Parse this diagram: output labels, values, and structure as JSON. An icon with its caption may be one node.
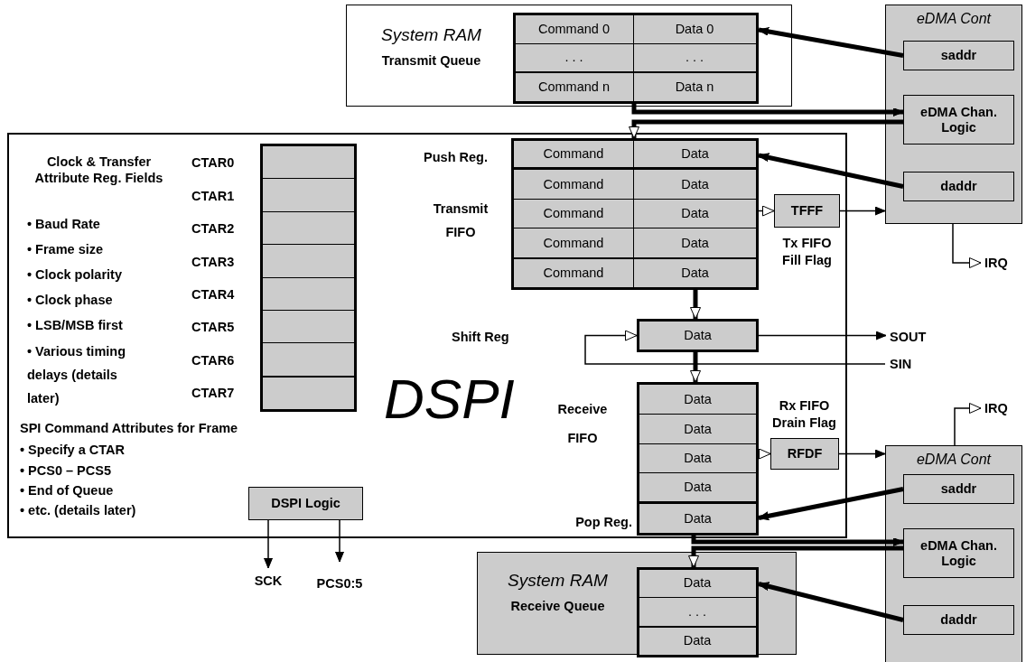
{
  "diagram": {
    "nodes": [
      {
        "text": [
          "System RAM",
          "Transmit Queue"
        ]
      },
      {
        "text": [],
        "shape": "box",
        "in": 0
      },
      {
        "text": [
          "Command 0"
        ],
        "in": 1
      },
      {
        "text": [
          "Data 0"
        ],
        "in": 1
      },
      {
        "text": [
          ". . ."
        ],
        "in": 1
      },
      {
        "text": [
          ". . ."
        ],
        "in": 1
      },
      {
        "text": [
          "Command n"
        ],
        "in": 1
      },
      {
        "text": [
          "Data n"
        ],
        "in": 1
      },
      {
        "text": [
          "eDMA Cont"
        ]
      },
      {
        "text": [
          "saddr"
        ],
        "in": 8
      },
      {
        "text": [
          "eDMA Chan. Logic"
        ],
        "in": 8
      },
      {
        "text": [
          "daddr"
        ],
        "in": 8
      },
      {
        "text": [
          "DSPI"
        ]
      },
      {
        "text": [],
        "shape": "box",
        "in": 12
      },
      {
        "text": [],
        "shape": "box",
        "in": 13,
        "beside": [
          "CTAR0"
        ]
      },
      {
        "text": [],
        "shape": "box",
        "in": 13,
        "beside": [
          "CTAR1"
        ]
      },
      {
        "text": [],
        "shape": "box",
        "in": 13,
        "beside": [
          "CTAR2"
        ]
      },
      {
        "text": [],
        "shape": "box",
        "in": 13,
        "beside": [
          "CTAR3"
        ]
      },
      {
        "text": [],
        "shape": "box",
        "in": 13,
        "beside": [
          "CTAR4"
        ]
      },
      {
        "text": [],
        "shape": "box",
        "in": 13,
        "beside": [
          "CTAR5"
        ]
      },
      {
        "text": [],
        "shape": "box",
        "in": 13,
        "beside": [
          "CTAR6"
        ]
      },
      {
        "text": [],
        "shape": "box",
        "in": 13,
        "beside": [
          "CTAR7"
        ]
      },
      {
        "text": [],
        "shape": "box",
        "in": 12
      },
      {
        "text": [
          "Command"
        ],
        "in": 22
      },
      {
        "text": [
          "Data"
        ],
        "in": 22
      },
      {
        "text": [
          "Command"
        ],
        "in": 22
      },
      {
        "text": [
          "Data"
        ],
        "in": 22
      },
      {
        "text": [
          "Command"
        ],
        "in": 22
      },
      {
        "text": [
          "Data"
        ],
        "in": 22
      },
      {
        "text": [
          "Command"
        ],
        "in": 22
      },
      {
        "text": [
          "Data"
        ],
        "in": 22
      },
      {
        "text": [
          "Command"
        ],
        "in": 22
      },
      {
        "text": [
          "Data"
        ],
        "in": 22
      },
      {
        "text": [
          "TFFF"
        ],
        "in": 12,
        "beside": [
          "Tx FIFO Fill Flag"
        ]
      },
      {
        "text": [
          "IRQ"
        ]
      },
      {
        "text": [
          "Data"
        ],
        "in": 12
      },
      {
        "text": [
          "SOUT"
        ]
      },
      {
        "text": [
          "SIN"
        ]
      },
      {
        "text": [],
        "shape": "box",
        "in": 12
      },
      {
        "text": [
          "Data"
        ],
        "in": 38
      },
      {
        "text": [
          "Data"
        ],
        "in": 38
      },
      {
        "text": [
          "Data"
        ],
        "in": 38
      },
      {
        "text": [
          "Data"
        ],
        "in": 38
      },
      {
        "text": [
          "Data"
        ],
        "in": 38
      },
      {
        "text": [
          "RFDF"
        ],
        "in": 12,
        "beside": [
          "Rx FIFO Drain Flag"
        ]
      },
      {
        "text": [
          "IRQ"
        ]
      },
      {
        "text": [
          "eDMA Cont"
        ]
      },
      {
        "text": [
          "saddr"
        ],
        "in": 46
      },
      {
        "text": [
          "eDMA Chan. Logic"
        ],
        "in": 46
      },
      {
        "text": [
          "daddr"
        ],
        "in": 46
      },
      {
        "text": [
          "DSPI Logic"
        ],
        "in": 12
      },
      {
        "text": [
          "SCK"
        ]
      },
      {
        "text": [
          "PCS0:5"
        ]
      },
      {
        "text": [
          "System RAM",
          "Receive Queue"
        ]
      },
      {
        "text": [],
        "shape": "box",
        "in": 53
      },
      {
        "text": [
          "Data"
        ],
        "in": 54
      },
      {
        "text": [
          ". . ."
        ],
        "in": 54
      },
      {
        "text": [
          "Data"
        ],
        "in": 54
      }
    ],
    "edges": [
      {
        "from": 1,
        "to": 10,
        "arrow": "to",
        "style": "thick"
      },
      {
        "from": 10,
        "to": 22,
        "arrow": "to",
        "style": "thick"
      },
      {
        "from": 9,
        "to": 3,
        "arrow": "to",
        "style": "thick"
      },
      {
        "from": 11,
        "to": 24,
        "arrow": "to",
        "style": "thick"
      },
      {
        "from": 28,
        "to": 33,
        "arrow": "to"
      },
      {
        "from": 33,
        "to": 8,
        "arrow": "to"
      },
      {
        "from": 8,
        "to": 34,
        "arrow": "to"
      },
      {
        "from": 22,
        "to": 35,
        "arrow": "to",
        "style": "thick"
      },
      {
        "from": 35,
        "to": 36,
        "arrow": "to"
      },
      {
        "from": 37,
        "to": 35,
        "arrow": "to"
      },
      {
        "from": 35,
        "to": 38,
        "arrow": "to",
        "style": "thick"
      },
      {
        "from": 41,
        "to": 44,
        "arrow": "to"
      },
      {
        "from": 44,
        "to": 46,
        "arrow": "to"
      },
      {
        "from": 46,
        "to": 45,
        "arrow": "to"
      },
      {
        "from": 47,
        "to": 43,
        "arrow": "to",
        "style": "thick"
      },
      {
        "from": 38,
        "to": 48,
        "arrow": "to",
        "style": "thick"
      },
      {
        "from": 48,
        "to": 54,
        "arrow": "to",
        "style": "thick"
      },
      {
        "from": 49,
        "to": 55,
        "arrow": "to",
        "style": "thick"
      },
      {
        "from": 50,
        "to": 51,
        "arrow": "to"
      },
      {
        "from": 50,
        "to": 52,
        "arrow": "to"
      }
    ],
    "labels": [
      "Clock & Transfer Attribute Reg. Fields",
      "• Baud Rate",
      "• Frame size",
      "• Clock polarity",
      "• Clock phase",
      "• LSB/MSB first",
      "• Various timing delays (details later)",
      "SPI Command Attributes for Frame",
      "• Specify a CTAR",
      "• PCS0 – PCS5",
      "• End of Queue",
      "• etc. (details later)",
      "Push Reg.",
      "Transmit FIFO",
      "Shift Reg",
      "Receive FIFO",
      "Pop Reg."
    ]
  }
}
